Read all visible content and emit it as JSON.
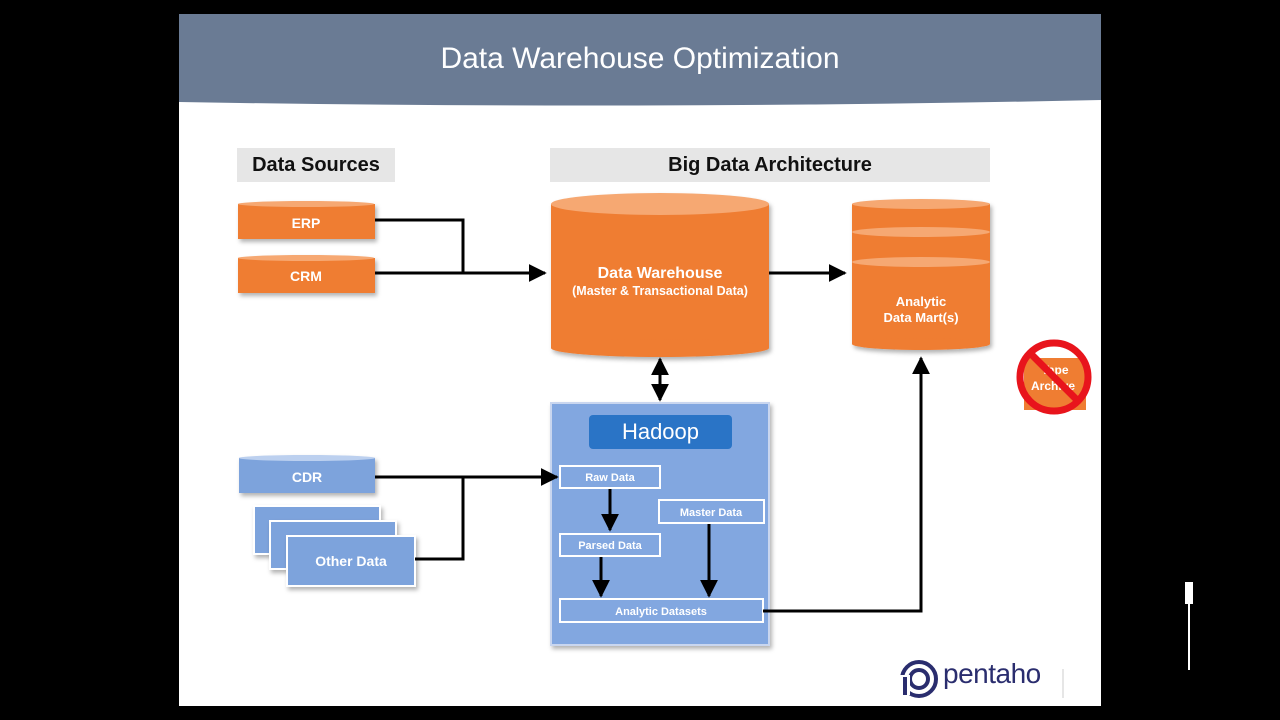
{
  "title": "Data Warehouse Optimization",
  "sections": {
    "data_sources": "Data Sources",
    "big_data": "Big Data Architecture"
  },
  "sources": {
    "erp": "ERP",
    "crm": "CRM",
    "cdr": "CDR",
    "other": "Other Data"
  },
  "warehouse": {
    "title": "Data Warehouse",
    "subtitle": "(Master & Transactional Data)"
  },
  "marts": {
    "line1": "Analytic",
    "line2": "Data Mart(s)"
  },
  "tape": {
    "line1": "Tape",
    "line2": "Archive"
  },
  "hadoop": {
    "title": "Hadoop",
    "raw": "Raw Data",
    "master": "Master Data",
    "parsed": "Parsed Data",
    "analytic": "Analytic Datasets"
  },
  "brand": "pentaho",
  "colors": {
    "header": "#6a7b94",
    "orange": "#ef7d32",
    "orange_light": "#f6a872",
    "blue": "#7da3dc",
    "hadoop_bg": "#82a7e0",
    "hadoop_title": "#2a74c6",
    "brand": "#2a2d6e",
    "no_sign": "#e8141c"
  }
}
